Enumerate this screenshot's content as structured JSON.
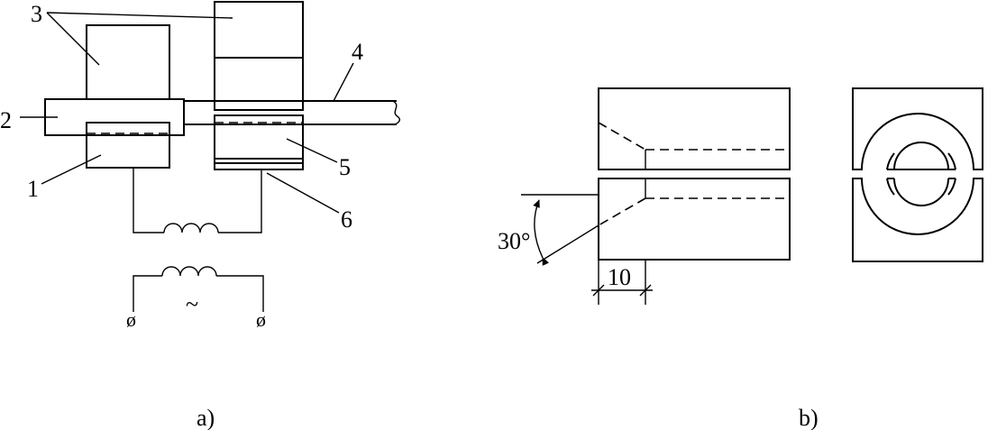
{
  "figure_a": {
    "caption": "a)",
    "labels": {
      "n1": "1",
      "n2": "2",
      "n3": "3",
      "n4": "4",
      "n5": "5",
      "n6": "6"
    },
    "ac_symbol": "~",
    "terminal_symbol": "ø"
  },
  "figure_b": {
    "caption": "b)",
    "angle_label": "30°",
    "length_label": "10"
  }
}
